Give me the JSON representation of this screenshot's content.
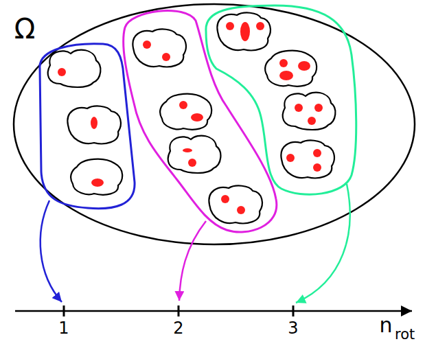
{
  "diagram": {
    "labels": [
      "Ω",
      "1",
      "2",
      "3",
      "n",
      "rot"
    ]
  }
}
